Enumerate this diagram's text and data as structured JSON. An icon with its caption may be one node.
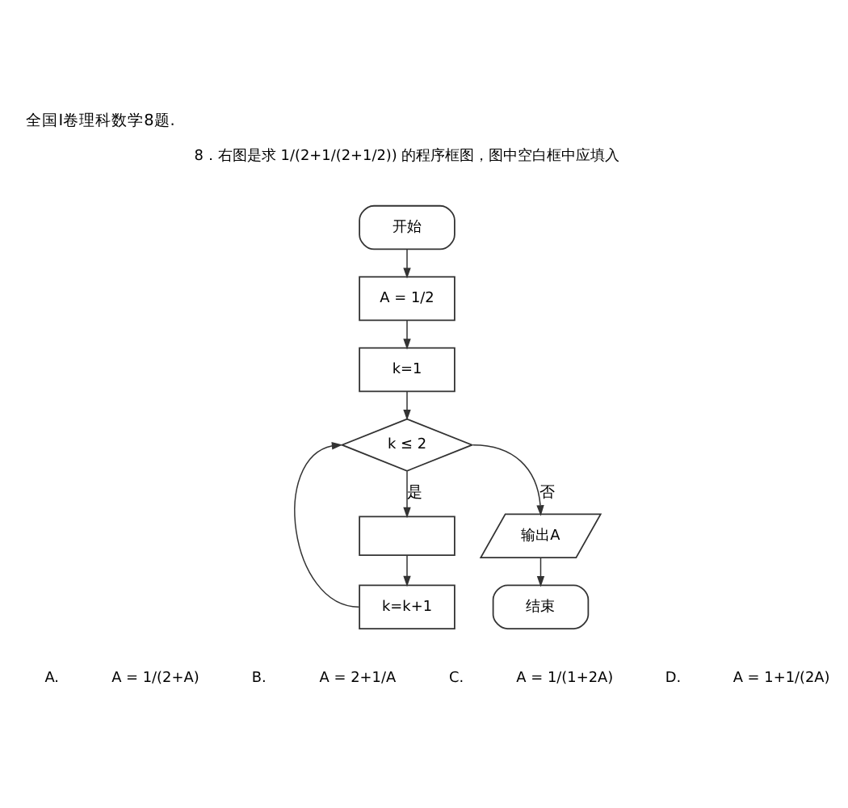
{
  "diagram": {
    "title": "全国I卷理科数学8题.",
    "nodes": [
      {
        "text": [
          "开始"
        ]
      },
      {
        "text": [
          "A = 1/2"
        ]
      },
      {
        "text": [
          "k=1"
        ]
      },
      {
        "text": [
          "k ≤ 2"
        ]
      },
      {
        "text": [],
        "shape": "box"
      },
      {
        "text": [
          "k=k+1"
        ]
      },
      {
        "text": [
          "输出A"
        ]
      },
      {
        "text": [
          "结束"
        ]
      }
    ],
    "edges": [
      {
        "from": 0,
        "to": 1,
        "arrow": "to"
      },
      {
        "from": 1,
        "to": 2,
        "arrow": "to"
      },
      {
        "from": 2,
        "to": 3,
        "arrow": "to"
      },
      {
        "from": 3,
        "to": 4,
        "arrow": "to",
        "label": "是"
      },
      {
        "from": 4,
        "to": 5,
        "arrow": "to"
      },
      {
        "from": 5,
        "to": 3,
        "arrow": "to"
      },
      {
        "from": 3,
        "to": 6,
        "arrow": "to",
        "label": "否"
      },
      {
        "from": 6,
        "to": 7,
        "arrow": "to"
      }
    ],
    "labels": [
      "8．右图是求 1/(2+1/(2+1/2)) 的程序框图，图中空白框中应填入",
      "A.",
      "A = 1/(2+A)",
      "B.",
      "A = 2+1/A",
      "C.",
      "A = 1/(1+2A)",
      "D.",
      "A = 1+1/(2A)"
    ]
  }
}
